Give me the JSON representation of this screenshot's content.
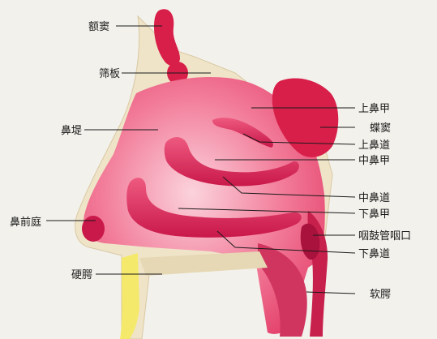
{
  "labels": {
    "frontal_sinus": "额窦",
    "cribriform_plate": "筛板",
    "agger_nasi": "鼻堤",
    "nasal_vestibule": "鼻前庭",
    "hard_palate": "硬腭",
    "superior_turbinate": "上鼻甲",
    "sphenoid_sinus": "蝶窦",
    "superior_meatus": "上鼻道",
    "middle_turbinate": "中鼻甲",
    "middle_meatus": "中鼻道",
    "inferior_turbinate": "下鼻甲",
    "eustachian_orifice": "咽鼓管咽口",
    "inferior_meatus": "下鼻道",
    "soft_palate": "软腭"
  },
  "colors": {
    "background": "#f3f1ec",
    "mucosa": "#e8456f",
    "mucosa_light": "#f6b7c6",
    "sinus": "#d81f4a",
    "bone": "#efe4c8",
    "hard_palate_bone": "#f4e96a",
    "label_text": "#1a1a1a"
  }
}
